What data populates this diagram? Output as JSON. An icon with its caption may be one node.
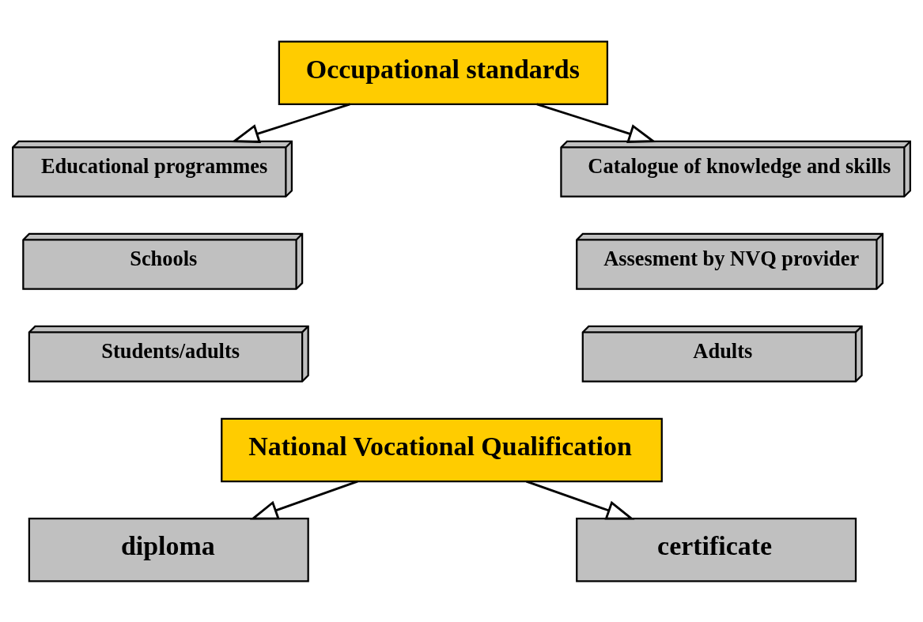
{
  "diagram": {
    "nodes": [
      {
        "text": [
          "Occupational standards"
        ]
      },
      {
        "text": [
          "Educational programmes"
        ]
      },
      {
        "text": [
          "Schools"
        ]
      },
      {
        "text": [
          "Students/adults"
        ]
      },
      {
        "text": [
          "Catalogue of knowledge and skills"
        ]
      },
      {
        "text": [
          "Assesment by NVQ provider"
        ]
      },
      {
        "text": [
          "Adults"
        ]
      },
      {
        "text": [
          "National Vocational Qualification"
        ]
      },
      {
        "text": [
          "diploma"
        ]
      },
      {
        "text": [
          "certificate"
        ]
      }
    ],
    "edges": [
      {
        "from": 0,
        "to": 1,
        "arrow": "to"
      },
      {
        "from": 0,
        "to": 4,
        "arrow": "to"
      },
      {
        "from": 7,
        "to": 8,
        "arrow": "to"
      },
      {
        "from": 7,
        "to": 9,
        "arrow": "to"
      }
    ]
  }
}
